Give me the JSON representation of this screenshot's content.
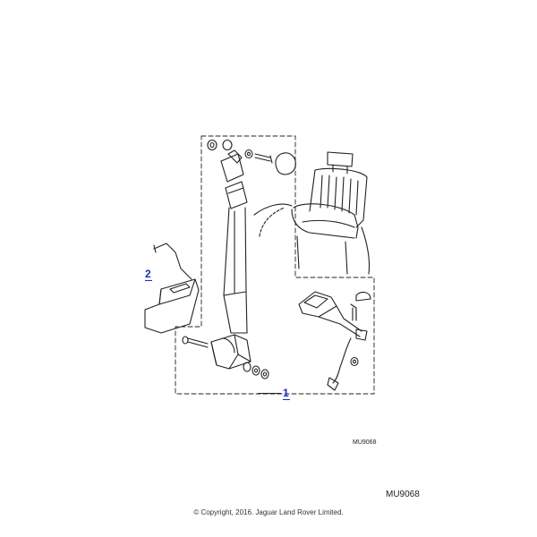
{
  "callouts": {
    "belt_assembly": "1",
    "bracket": "2"
  },
  "figure_code_small": "MU9068",
  "figure_code_large": "MU9068",
  "copyright": "© Copyright, 2016. Jaguar Land Rover Limited.",
  "colors": {
    "callout": "#1a2fb8",
    "line_art": "#222222"
  }
}
